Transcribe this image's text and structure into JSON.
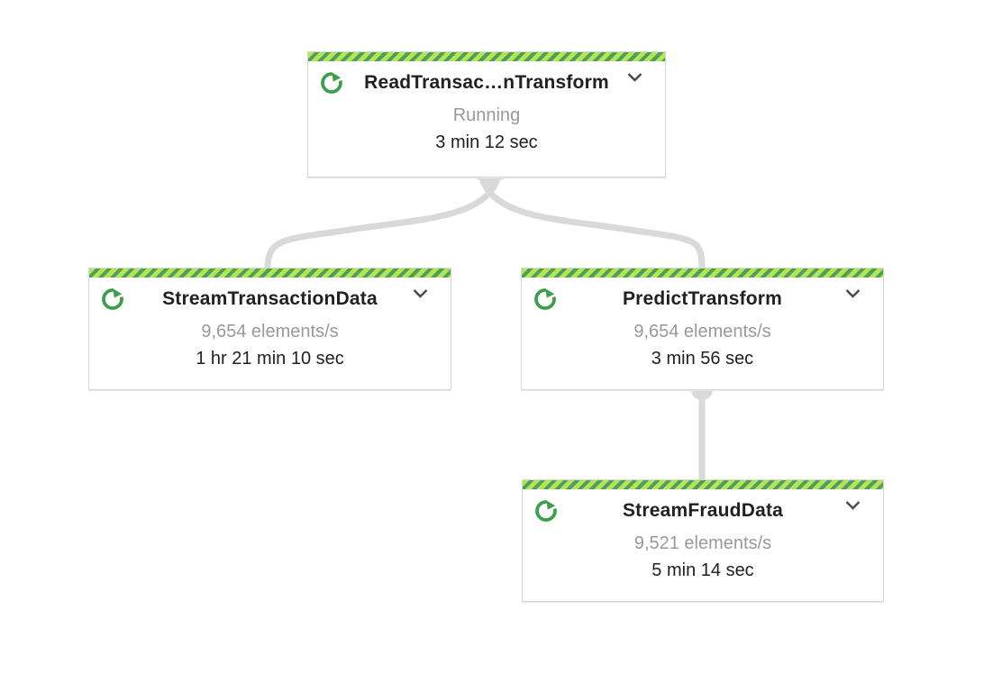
{
  "graph": {
    "nodes": [
      {
        "title": "ReadTransac…nTransform",
        "subtitle": "Running",
        "duration": "3 min 12 sec"
      },
      {
        "title": "StreamTransactionData",
        "subtitle": "9,654 elements/s",
        "duration": "1 hr 21 min 10 sec"
      },
      {
        "title": "PredictTransform",
        "subtitle": "9,654 elements/s",
        "duration": "3 min 56 sec"
      },
      {
        "title": "StreamFraudData",
        "subtitle": "9,521 elements/s",
        "duration": "5 min 14 sec"
      }
    ],
    "edges": [
      {
        "from": "ReadTransac…nTransform",
        "to": "StreamTransactionData"
      },
      {
        "from": "ReadTransac…nTransform",
        "to": "PredictTransform"
      },
      {
        "from": "PredictTransform",
        "to": "StreamFraudData"
      }
    ],
    "icons": {
      "status": "running-circular-arrow-icon",
      "expand": "chevron-down-icon"
    }
  },
  "colors": {
    "background": "#ffffff",
    "stripe_light": "#b6e554",
    "stripe_dark": "#4d9e60",
    "icon_green": "#3d9e4f",
    "connector": "#d9d9d9",
    "node_border": "#d6d6d6",
    "title_text": "#202124",
    "muted_text": "#999999",
    "chevron": "#4a4a4a"
  }
}
